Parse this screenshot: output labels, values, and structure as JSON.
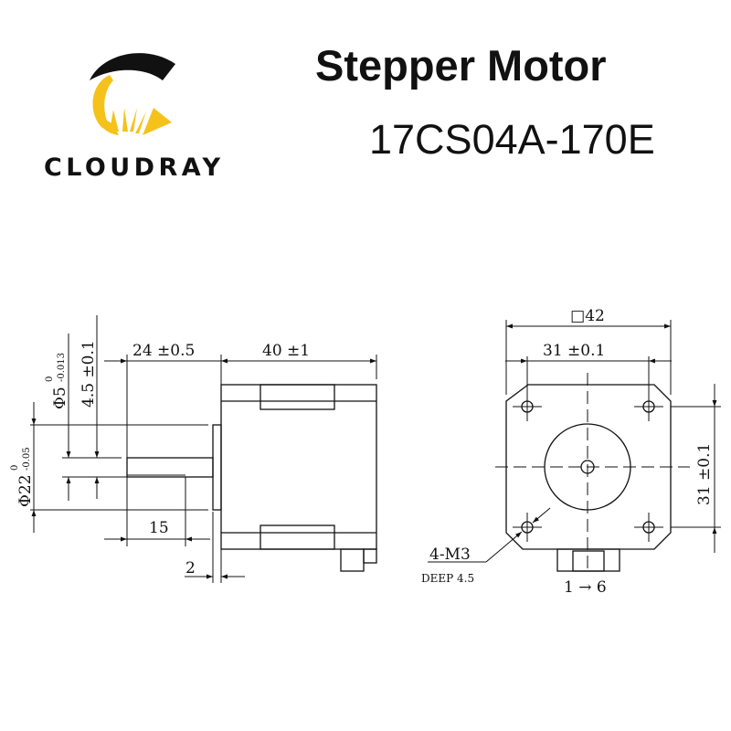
{
  "brand": {
    "name": "CLOUDRAY",
    "colors": {
      "yellow": "#f5c21b",
      "black": "#111111"
    }
  },
  "header": {
    "title": "Stepper Motor",
    "model": "17CS04A-170E"
  },
  "side_view": {
    "shaft_length": "24 ±0.5",
    "body_length": "40 ±1",
    "flat_length": "15",
    "flange_thickness": "2",
    "shaft_diameter": "Φ5",
    "shaft_diameter_tol_upper": "0",
    "shaft_diameter_tol_lower": "-0.013",
    "flat_depth": "4.5 ±0.1",
    "boss_diameter": "Φ22",
    "boss_diameter_tol_upper": "0",
    "boss_diameter_tol_lower": "-0.05"
  },
  "front_view": {
    "frame_size": "□42",
    "hole_spacing_h": "31 ±0.1",
    "hole_spacing_v": "31 ±0.1",
    "hole_spec": "4-M3",
    "hole_depth": "DEEP 4.5",
    "pins": "1 → 6"
  }
}
